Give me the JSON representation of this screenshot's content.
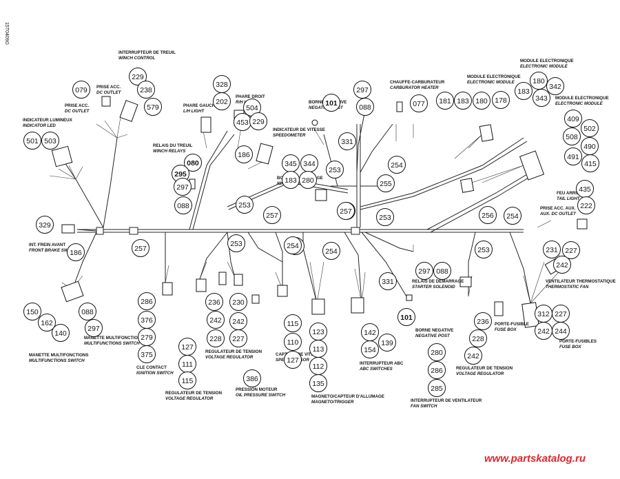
{
  "figure_code": "15T0409G",
  "watermark": "www.partskatalog.ru",
  "labels": [
    {
      "id": "winch-control",
      "fr": "INTERRUPTEUR DE TREUIL",
      "en": "WINCH CONTROL"
    },
    {
      "id": "dc-outlet",
      "fr": "PRISE ACC.",
      "en": "DC OUTLET"
    },
    {
      "id": "dc-outlet-2",
      "fr": "PRISE ACC.",
      "en": "DC OUTLET"
    },
    {
      "id": "indicator-led",
      "fr": "INDICATEUR LUMINEUX",
      "en": "INDICATOR LED"
    },
    {
      "id": "lh-light",
      "fr": "PHARE GAUCHE",
      "en": "L/H LIGHT"
    },
    {
      "id": "rh-light",
      "fr": "PHARE DROIT",
      "en": "R/H LIGHT"
    },
    {
      "id": "speedometer",
      "fr": "INDICATEUR DE VITESSE",
      "en": "SPEEDOMETER"
    },
    {
      "id": "winch-relays",
      "fr": "RELAIS DU TREUIL",
      "en": "WINCH RELAYS"
    },
    {
      "id": "negative-post-top",
      "fr": "BORNE NEGATIVE",
      "en": "NEGATIVE POST"
    },
    {
      "id": "carburator-heater",
      "fr": "CHAUFFE-CARBURATEUR",
      "en": "CARBURATOR HEATER"
    },
    {
      "id": "ignition-coil",
      "fr": "BOBINE D'ALLUMAGE",
      "en": "IGNITION COIL"
    },
    {
      "id": "electronic-module-1",
      "fr": "MODULE ELECTRONIQUE",
      "en": "ELECTRONIC MODULE"
    },
    {
      "id": "electronic-module-2",
      "fr": "MODULE ELECTRONIQUE",
      "en": "ELECTRONIC MODULE"
    },
    {
      "id": "electronic-module-3",
      "fr": "MODULE ELECTRONIQUE",
      "en": "ELECTRONIC MODULE"
    },
    {
      "id": "tail-light",
      "fr": "FEU ARRIERE",
      "en": "TAIL LIGHT"
    },
    {
      "id": "aux-dc-outlet",
      "fr": "PRISE ACC. AUX.",
      "en": "AUX. DC OUTLET"
    },
    {
      "id": "front-brake-switch",
      "fr": "INT. FREIN AVANT",
      "en": "FRONT BRAKE SWITCH"
    },
    {
      "id": "thermostatic-fan",
      "fr": "VENTILATEUR THERMOSTATIQUE",
      "en": "THERMOSTATIC FAN"
    },
    {
      "id": "starter-solenoid",
      "fr": "RELAIS DE DEMARRAGE",
      "en": "STARTER SOLENOID"
    },
    {
      "id": "negative-post-bottom",
      "fr": "BORNE NEGATIVE",
      "en": "NEGATIVE POST"
    },
    {
      "id": "fuse-box-1",
      "fr": "PORTE-FUSIBLE",
      "en": "FUSE BOX"
    },
    {
      "id": "fuse-box-2",
      "fr": "PORTE-FUSIBLES",
      "en": "FUSE BOX"
    },
    {
      "id": "multifunctions-switch-1",
      "fr": "MANETTE MULTIFONCTIONS",
      "en": "MULTIFUNCTIONS SWITCH"
    },
    {
      "id": "multifunctions-switch-2",
      "fr": "MANETTE MULTIFONCTIONS",
      "en": "MULTIFUNCTIONS SWITCH"
    },
    {
      "id": "ignition-switch",
      "fr": "CLE CONTACT",
      "en": "IGNITION SWITCH"
    },
    {
      "id": "voltage-regulator-1",
      "fr": "REGULATEUR DE TENSION",
      "en": "VOLTAGE REGULATOR"
    },
    {
      "id": "voltage-regulator-2",
      "fr": "REGULATEUR DE TENSION",
      "en": "VOLTAGE REGULATOR"
    },
    {
      "id": "voltage-regulator-3",
      "fr": "REGULATEUR DE TENSION",
      "en": "VOLTAGE REGULATOR"
    },
    {
      "id": "oil-pressure-switch",
      "fr": "PRESSION MOTEUR",
      "en": "OIL PRESSURE SWITCH"
    },
    {
      "id": "speed-sensor",
      "fr": "CAPTEUR DE VITESSE",
      "en": "SPEED SENSOR"
    },
    {
      "id": "magneto-trigger",
      "fr": "MAGNETO/CAPTEUR D'ALLUMAGE",
      "en": "MAGNETO/TRIGGER"
    },
    {
      "id": "abc-switches",
      "fr": "INTERRUPTEUR ABC",
      "en": "ABC SWITCHES"
    },
    {
      "id": "fan-switch",
      "fr": "INTERRUPTEUR DE VENTILATEUR",
      "en": "FAN SWITCH"
    }
  ],
  "callouts": [
    "229",
    "238",
    "579",
    "079",
    "328",
    "202",
    "504",
    "453",
    "229",
    "186",
    "501",
    "503",
    "080",
    "295",
    "297",
    "088",
    "345",
    "344",
    "183",
    "280",
    "101",
    "253",
    "297",
    "088",
    "331",
    "254",
    "255",
    "256",
    "077",
    "181",
    "183",
    "180",
    "178",
    "180",
    "342",
    "183",
    "343",
    "409",
    "502",
    "508",
    "490",
    "491",
    "415",
    "435",
    "222",
    "329",
    "186",
    "257",
    "253",
    "257",
    "256",
    "257",
    "256",
    "254",
    "253",
    "254",
    "254",
    "253",
    "331",
    "297",
    "088",
    "253",
    "231",
    "227",
    "242",
    "150",
    "162",
    "140",
    "088",
    "297",
    "286",
    "376",
    "279",
    "375",
    "127",
    "111",
    "115",
    "236",
    "242",
    "228",
    "230",
    "242",
    "227",
    "386",
    "115",
    "110",
    "127",
    "123",
    "113",
    "112",
    "135",
    "142",
    "139",
    "154",
    "101",
    "280",
    "286",
    "285",
    "236",
    "228",
    "242",
    "312",
    "227",
    "242",
    "244"
  ]
}
